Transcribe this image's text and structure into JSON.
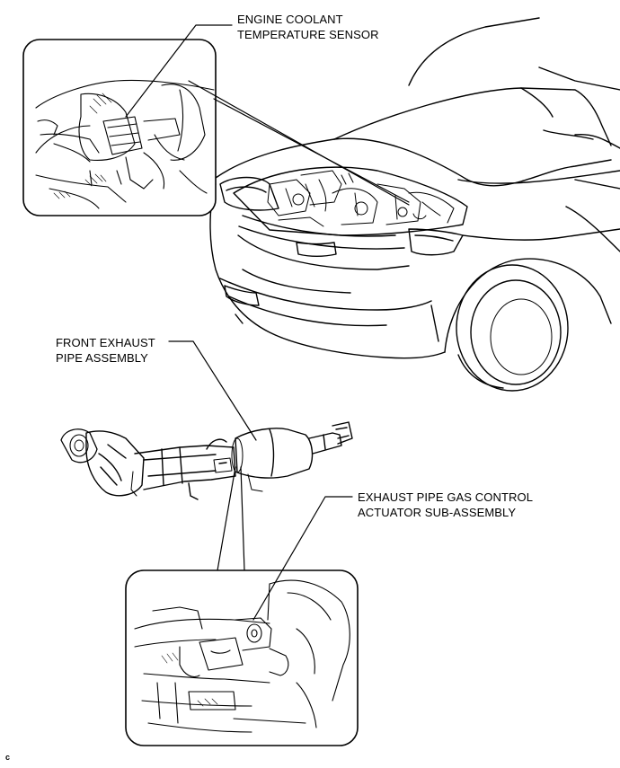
{
  "labels": {
    "ect_sensor": [
      "ENGINE COOLANT",
      "TEMPERATURE SENSOR"
    ],
    "front_exhaust_pipe": [
      "FRONT EXHAUST",
      "PIPE ASSEMBLY"
    ],
    "gas_control_actuator": [
      "EXHAUST PIPE GAS CONTROL",
      "ACTUATOR SUB-ASSEMBLY"
    ]
  },
  "corner_code": "c"
}
